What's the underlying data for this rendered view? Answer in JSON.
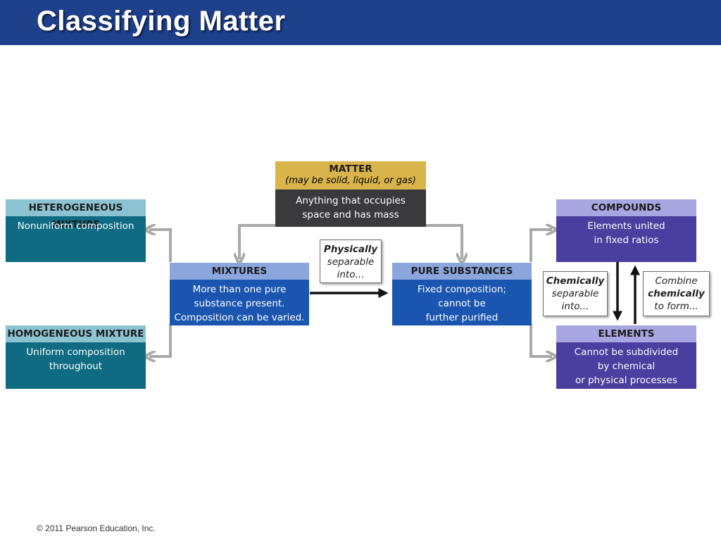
{
  "slide": {
    "title": "Classifying Matter",
    "copyright": "© 2011 Pearson Education, Inc."
  },
  "diagram": {
    "matter": {
      "label": "MATTER",
      "sublabel": "(may be solid, liquid, or gas)",
      "body": [
        "Anything that occupies",
        "space and has mass"
      ]
    },
    "mixtures": {
      "label": "MIXTURES",
      "body": [
        "More than one pure",
        "substance present.",
        "Composition can be varied."
      ]
    },
    "pure_substances": {
      "label": "PURE SUBSTANCES",
      "body": [
        "Fixed composition;",
        "cannot be",
        "further purified"
      ]
    },
    "heterogeneous": {
      "label": "HETEROGENEOUS MIXTURE",
      "body": [
        "Nonuniform composition"
      ]
    },
    "homogeneous": {
      "label": "HOMOGENEOUS MIXTURE",
      "body": [
        "Uniform composition",
        "throughout"
      ]
    },
    "compounds": {
      "label": "COMPOUNDS",
      "body": [
        "Elements united",
        "in fixed ratios"
      ]
    },
    "elements": {
      "label": "ELEMENTS",
      "body": [
        "Cannot be subdivided",
        "by chemical",
        "or physical processes"
      ]
    },
    "callout_physical": {
      "line1": "Physically",
      "line2": "separable",
      "line3": "into..."
    },
    "callout_chemical": {
      "line1": "Chemically",
      "line2": "separable",
      "line3": "into..."
    },
    "callout_combine": {
      "line1": "Combine",
      "line2": "chemically",
      "line3": "to form..."
    },
    "colors": {
      "title_bar": "#1e3f8a",
      "matter_header": "#d9b44a",
      "matter_body": "#3a3a3c",
      "blue_header": "#8aa6dc",
      "blue_body": "#1a55b0",
      "teal_header": "#8cc3d2",
      "teal_body": "#0f6b82",
      "purple_header": "#a8a6e0",
      "purple_body": "#4a3e9e",
      "gray_arrow": "#a9a9a9",
      "black_arrow": "#111111"
    }
  }
}
